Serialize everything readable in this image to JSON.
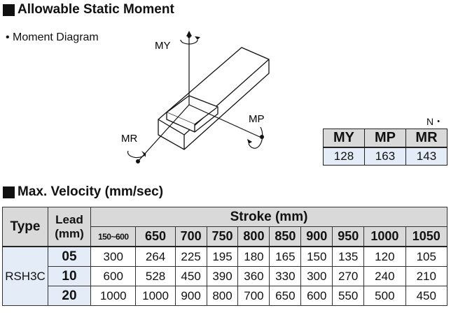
{
  "sections": {
    "static_moment_title": "Allowable Static Moment",
    "velocity_title": "Max. Velocity (mm/sec)"
  },
  "diagram": {
    "bullet_label": "• Moment Diagram",
    "labels": {
      "my": "MY",
      "mp": "MP",
      "mr": "MR"
    }
  },
  "moment": {
    "unit": "N・m",
    "headers": [
      "MY",
      "MP",
      "MR"
    ],
    "values": [
      "128",
      "163",
      "143"
    ]
  },
  "velocity": {
    "type_header": "Type",
    "lead_header_1": "Lead",
    "lead_header_2": "(mm)",
    "stroke_header": "Stroke (mm)",
    "strokes": [
      "150~600",
      "650",
      "700",
      "750",
      "800",
      "850",
      "900",
      "950",
      "1000",
      "1050"
    ],
    "model": "RSH3C",
    "rows": [
      {
        "lead": "05",
        "values": [
          "300",
          "264",
          "225",
          "195",
          "180",
          "165",
          "150",
          "135",
          "120",
          "105"
        ]
      },
      {
        "lead": "10",
        "values": [
          "600",
          "528",
          "450",
          "390",
          "360",
          "330",
          "300",
          "270",
          "240",
          "210"
        ]
      },
      {
        "lead": "20",
        "values": [
          "1000",
          "1000",
          "900",
          "800",
          "700",
          "650",
          "600",
          "550",
          "500",
          "450"
        ]
      }
    ]
  }
}
